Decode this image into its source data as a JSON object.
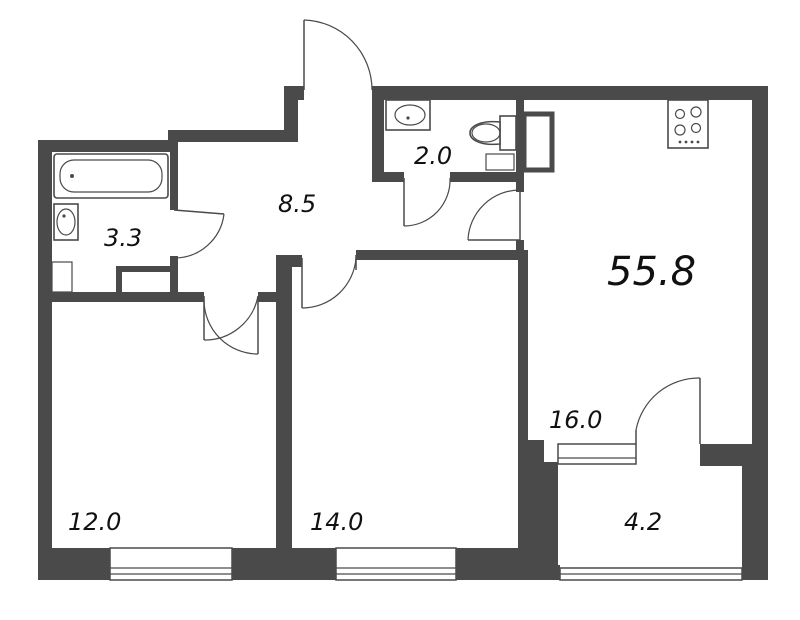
{
  "areas": {
    "total": "55.8",
    "hall": "8.5",
    "wc": "2.0",
    "bathroom": "3.3",
    "kitchen": "16.0",
    "bedroom_left": "12.0",
    "bedroom_right": "14.0",
    "balcony": "4.2"
  },
  "colors": {
    "wall": "#4a4a4a",
    "background": "#ffffff",
    "text": "#111111"
  },
  "icons": {
    "stove": "stove-icon",
    "bathtub": "bathtub-icon",
    "sink": "sink-icon",
    "toilet": "toilet-icon"
  }
}
